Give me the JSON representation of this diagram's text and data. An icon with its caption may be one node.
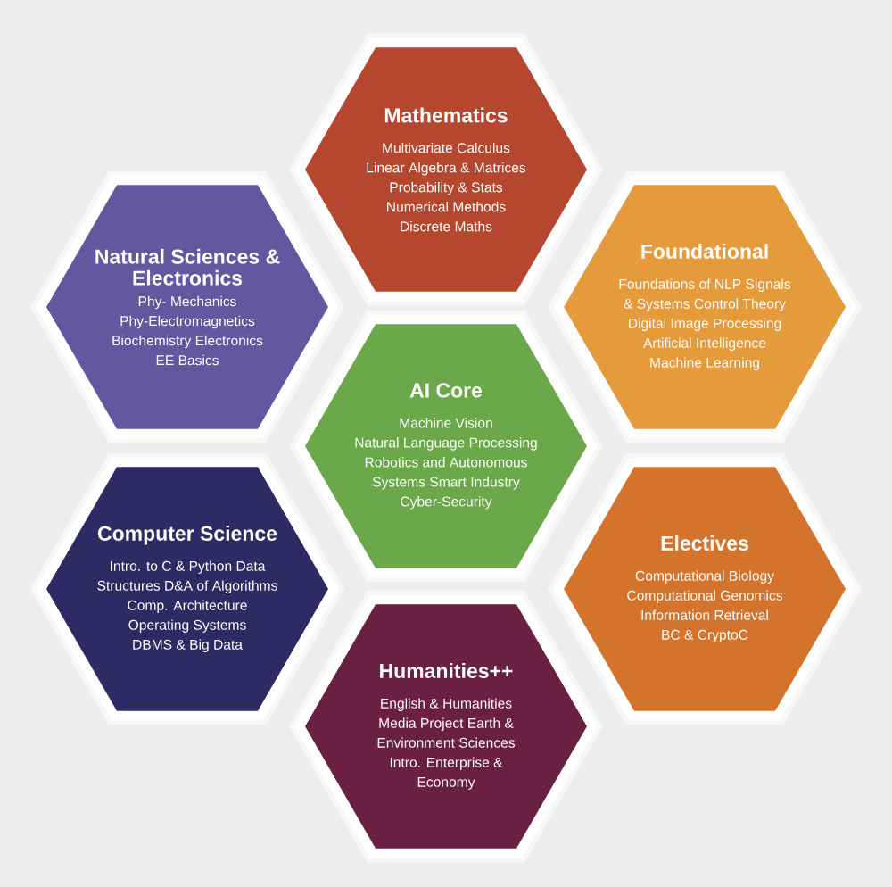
{
  "diagram": {
    "nodes": [
      {
        "text": [
          "Mathematics",
          "Multivariate Calculus",
          "Linear Algebra & Matrices",
          "Probability & Stats",
          "Numerical Methods",
          "Discrete Maths"
        ]
      },
      {
        "text": [
          "Natural Sciences & Electronics",
          "Phy- Mechanics",
          "Phy-Electromagnetics",
          "Biochemistry Electronics",
          "EE Basics"
        ]
      },
      {
        "text": [
          "Foundational",
          "Foundations of NLP Signals",
          "&  Systems Control Theory",
          "Digital Image Processing",
          "Artificial Intelligence",
          "Machine Learning"
        ]
      },
      {
        "text": [
          "AI Core",
          "Machine Vision",
          "Natural Language Processing",
          "Robotics and Autonomous",
          "Systems Smart Industry",
          "Cyber-Security"
        ]
      },
      {
        "text": [
          "Computer Science",
          "Intro. to C & Python Data",
          "Structures D&A of Algorithms",
          "Comp. Architecture",
          "Operating Systems",
          "DBMS & Big Data"
        ]
      },
      {
        "text": [
          "Electives",
          "Computational Biology",
          "Computational Genomics",
          "Information Retrieval",
          "BC & CryptoC"
        ]
      },
      {
        "text": [
          "Humanities++",
          "English & Humanities",
          "Media Project Earth &",
          "Environment Sciences",
          "Intro. Enterprise &",
          "Economy"
        ]
      }
    ]
  }
}
